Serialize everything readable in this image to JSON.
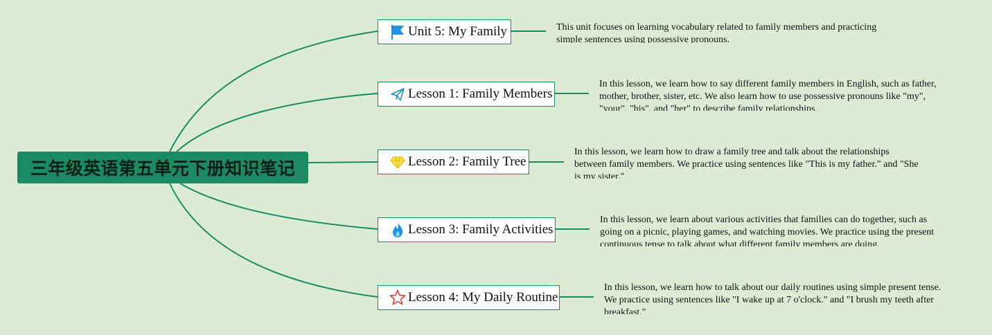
{
  "central": {
    "title": "三年级英语第五单元下册知识笔记"
  },
  "branches": [
    {
      "label": "Unit 5: My Family",
      "icon": "flag-icon",
      "icon_color": "#1e90e8",
      "note": "This unit focuses on learning vocabulary related to family members and practicing simple sentences using possessive pronouns."
    },
    {
      "label": "Lesson 1: Family Members",
      "icon": "paper-plane-icon",
      "icon_color": "#2b8fc4",
      "note": "In this lesson, we learn how to say different family members in English, such as father, mother, brother, sister, etc. We also learn how to use possessive pronouns like \"my\", \"your\", \"his\", and \"her\" to describe family relationships."
    },
    {
      "label": "Lesson 2: Family Tree",
      "icon": "diamond-icon",
      "icon_color": "#f2d21b",
      "note": "In this lesson, we learn how to draw a family tree and talk about the relationships between family members. We practice using sentences like \"This is my father.\" and \"She is my sister.\""
    },
    {
      "label": "Lesson 3: Family Activities",
      "icon": "flame-icon",
      "icon_color": "#1e90e8",
      "note": "In this lesson, we learn about various activities that families can do together, such as going on a picnic, playing games, and watching movies. We practice using the present continuous tense to talk about what different family members are doing."
    },
    {
      "label": "Lesson 4: My Daily Routine",
      "icon": "star-icon",
      "icon_color": "#e0443a",
      "note": "In this lesson, we learn how to talk about our daily routines using simple present tense. We practice using sentences like \"I wake up at 7 o'clock.\" and \"I brush my teeth after breakfast.\""
    }
  ],
  "colors": {
    "background": "#dcebd4",
    "accent": "#1b8a63",
    "topic_fill": "#ffffff"
  }
}
